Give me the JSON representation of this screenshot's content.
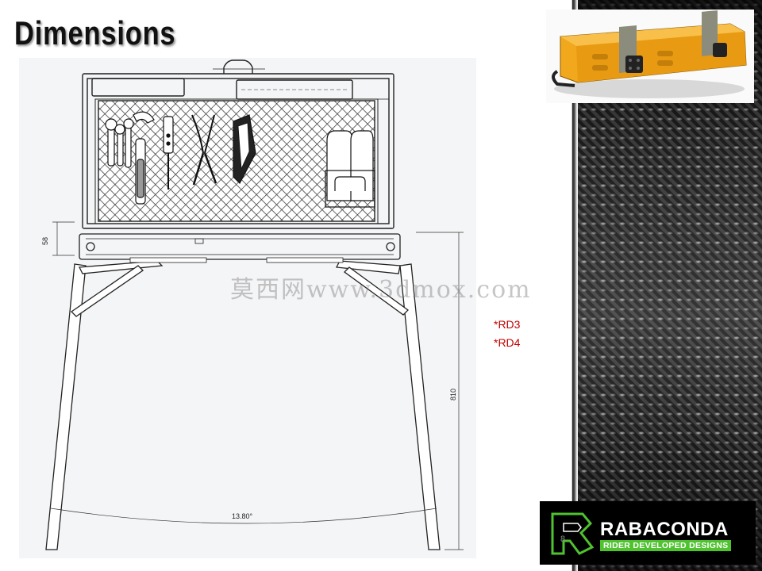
{
  "slide": {
    "title": "Dimensions",
    "page_number": "8"
  },
  "drawing": {
    "dim_height_top": "58",
    "dim_height_leg": "810",
    "dim_angle": "13.80°"
  },
  "notes": {
    "line1": "*RD3",
    "line2": "*RD4"
  },
  "watermark": {
    "text": "莫西网www.3dmox.com"
  },
  "logo": {
    "brand": "RABACONDA",
    "tagline": "RIDER DEVELOPED DESIGNS"
  },
  "colors": {
    "note_red": "#c00000",
    "logo_green": "#4fc22f",
    "case_yellow": "#f2a81d"
  }
}
